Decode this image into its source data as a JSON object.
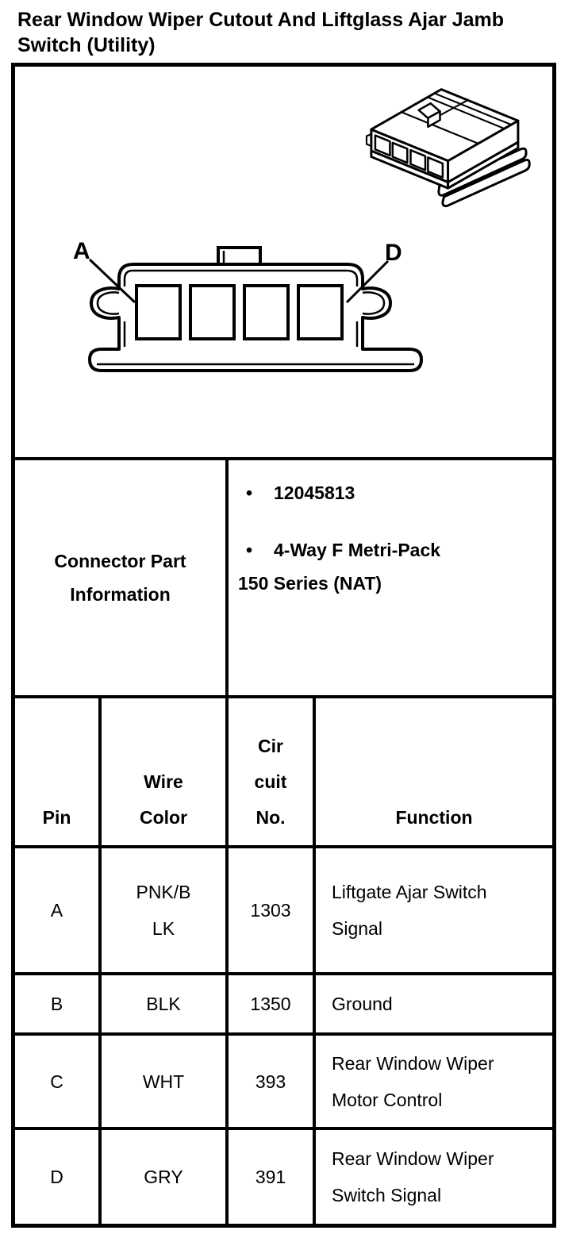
{
  "page": {
    "title_lines": [
      "Rear Window Wiper Cutout And Liftglass Ajar Jamb",
      "Switch (Utility)"
    ]
  },
  "connector_diagram": {
    "pin_label_first": "A",
    "pin_label_last": "D"
  },
  "part_info": {
    "label": "Connector Part Information",
    "bullet_char": "•",
    "bullets": [
      {
        "text": "12045813",
        "continuation": ""
      },
      {
        "text": "4-Way F Metri-Pack",
        "continuation": "150 Series (NAT)"
      }
    ]
  },
  "pin_table": {
    "headers": {
      "pin": "Pin",
      "wire_color_lines": [
        "Wire",
        "Color"
      ],
      "circuit_lines": [
        "Cir",
        "cuit",
        "No."
      ],
      "function": "Function"
    },
    "rows": [
      {
        "pin": "A",
        "wire_color_lines": [
          "PNK/B",
          "LK"
        ],
        "circuit_no": "1303",
        "function": "Liftgate Ajar Switch Signal"
      },
      {
        "pin": "B",
        "wire_color_lines": [
          "BLK",
          ""
        ],
        "circuit_no": "1350",
        "function": "Ground"
      },
      {
        "pin": "C",
        "wire_color_lines": [
          "WHT",
          ""
        ],
        "circuit_no": "393",
        "function": "Rear Window Wiper Motor Control"
      },
      {
        "pin": "D",
        "wire_color_lines": [
          "GRY",
          ""
        ],
        "circuit_no": "391",
        "function": "Rear Window Wiper Switch Signal"
      }
    ]
  }
}
